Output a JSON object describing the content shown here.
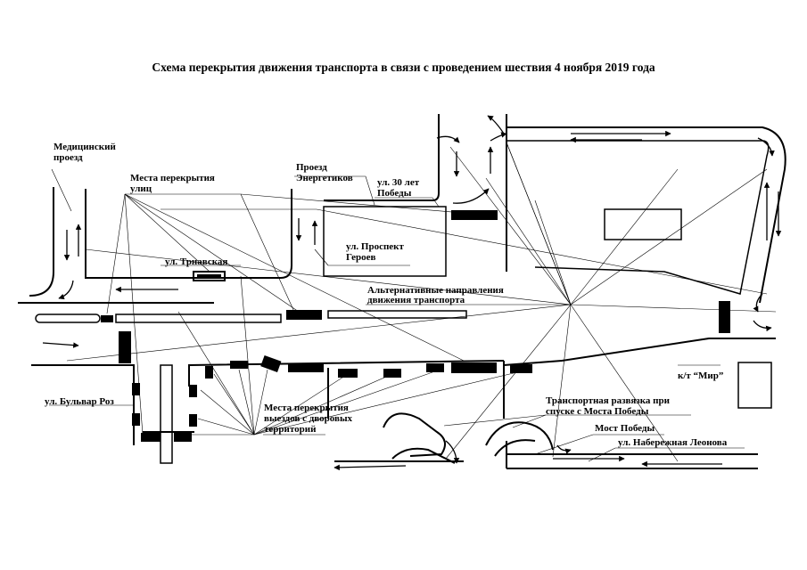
{
  "title": "Схема перекрытия движения транспорта в связи с проведением шествия 4 ноября 2019 года",
  "labels": {
    "med_l1": "Медицинский",
    "med_l2": "проезд",
    "closures_l1": "Места перекрытия",
    "closures_l2": "улиц",
    "energ_l1": "Проезд",
    "energ_l2": "Энергетиков",
    "pobedy_l1": "ул. 30 лет",
    "pobedy_l2": "Победы",
    "geroev_l1": "ул. Проспект",
    "geroev_l2": "Героев",
    "trnavska": "ул. Трнавская",
    "alt_l1": "Альтернативные направления",
    "alt_l2": "движения транспорта",
    "mir": "к/т “Мир”",
    "boulevard": "ул. Бульвар Роз",
    "yard_l1": "Места перекрытия",
    "yard_l2": "выездов с дворовых",
    "yard_l3": "территорий",
    "interchange_l1": "Транспортная развязка при",
    "interchange_l2": "спуске с Моста Победы",
    "bridge": "Мост Победы",
    "leonova": "ул. Набережная Леонова"
  },
  "colors": {
    "ink": "#000000",
    "background": "#ffffff"
  }
}
